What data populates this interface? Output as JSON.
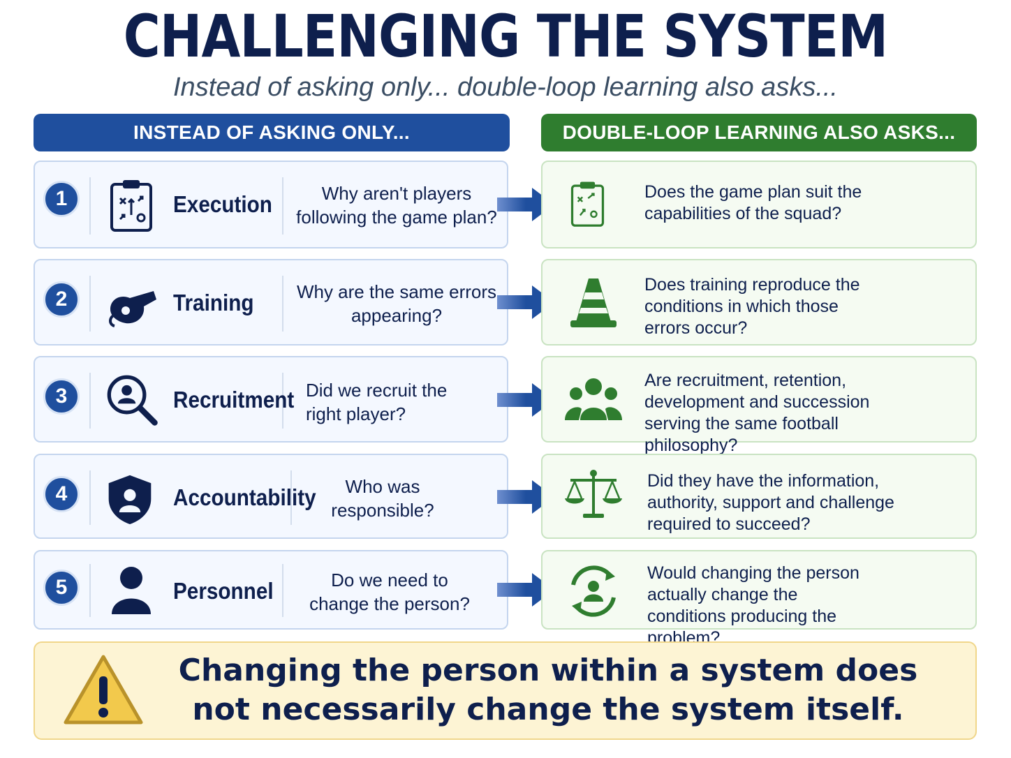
{
  "title": "CHALLENGING THE SYSTEM",
  "subtitle": "Instead of asking only... double-loop learning also asks...",
  "headers": {
    "left": "INSTEAD OF ASKING ONLY...",
    "right": "DOUBLE-LOOP LEARNING ALSO ASKS..."
  },
  "rows": [
    {
      "number": "1",
      "label": "Execution",
      "left_icon": "clipboard-tactics-icon",
      "question": "Why aren't players following the game plan?",
      "right_icon": "clipboard-tactics-icon",
      "answer": "Does the game plan suit the capabilities of the squad?"
    },
    {
      "number": "2",
      "label": "Training",
      "left_icon": "whistle-icon",
      "question": "Why are the same errors appearing?",
      "right_icon": "training-cone-icon",
      "answer": "Does training reproduce the conditions in which those errors occur?"
    },
    {
      "number": "3",
      "label": "Recruitment",
      "left_icon": "search-person-icon",
      "question": "Did we recruit the right player?",
      "right_icon": "group-icon",
      "answer": "Are recruitment, retention, development and succession serving the same football philosophy?"
    },
    {
      "number": "4",
      "label": "Accountability",
      "left_icon": "shield-person-icon",
      "question": "Who was responsible?",
      "right_icon": "scales-icon",
      "answer": "Did they have the information, authority, support and challenge required to succeed?"
    },
    {
      "number": "5",
      "label": "Personnel",
      "left_icon": "person-icon",
      "question": "Do we need to change the person?",
      "right_icon": "person-cycle-icon",
      "answer": "Would changing the person actually change the conditions producing the problem?"
    }
  ],
  "callout": {
    "icon": "warning-icon",
    "text": "Changing the person within a system does not necessarily change the system itself."
  },
  "colors": {
    "navy": "#0e1f4d",
    "blue": "#1f4f9e",
    "green": "#2f7d2f",
    "warning": "#f2c94c"
  }
}
